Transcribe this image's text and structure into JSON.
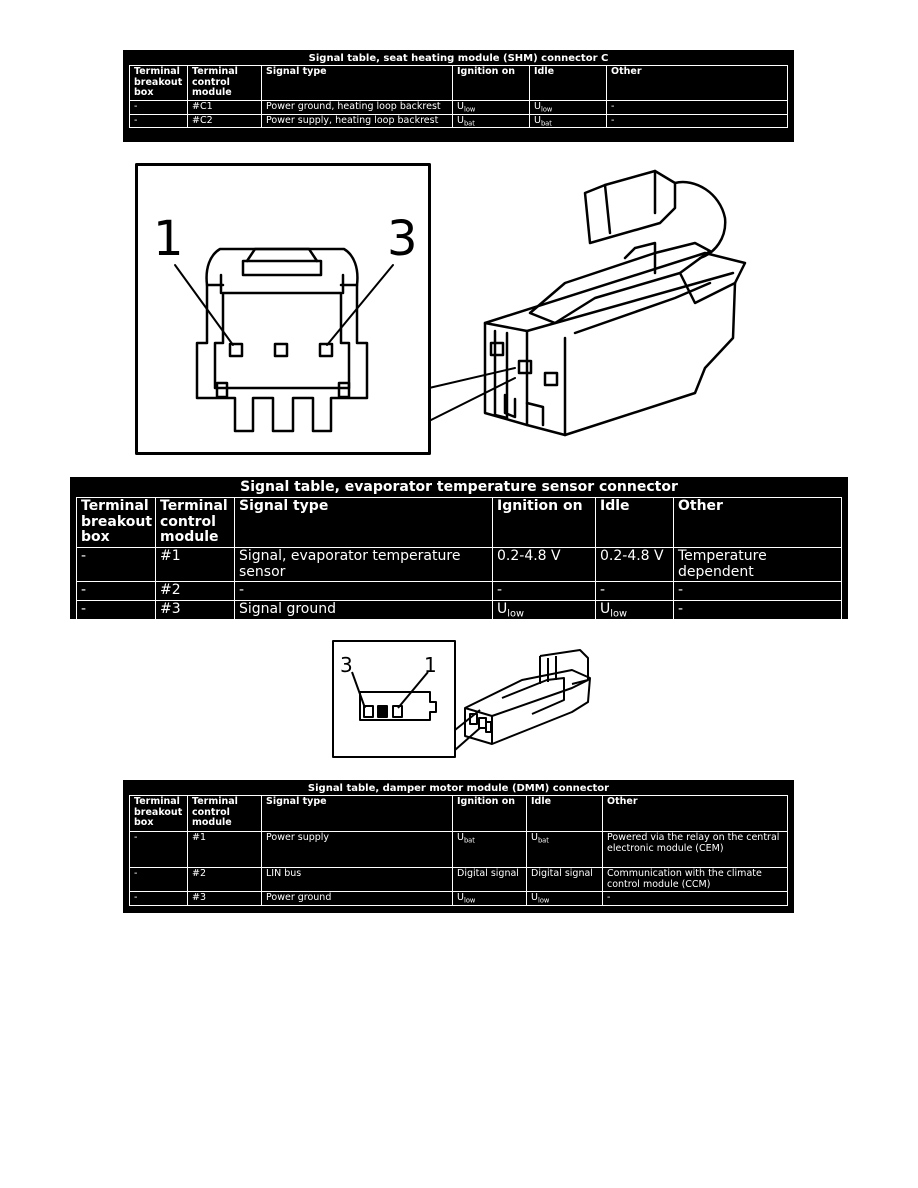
{
  "tables": [
    {
      "title": "Signal table, seat heating module (SHM) connector C",
      "headers": [
        "Terminal breakout box",
        "Terminal control module",
        "Signal type",
        "Ignition on",
        "Idle",
        "Other"
      ],
      "rows": [
        [
          "-",
          "#C1",
          "Power ground, heating loop backrest",
          "U",
          "low",
          "U",
          "low",
          "-"
        ],
        [
          "-",
          "#C2",
          "Power supply, heating loop backrest",
          "U",
          "bat",
          "U",
          "bat",
          "-"
        ]
      ]
    },
    {
      "title": "Signal table, evaporator temperature sensor connector",
      "headers": [
        "Terminal breakout box",
        "Terminal control module",
        "Signal type",
        "Ignition on",
        "Idle",
        "Other"
      ],
      "rows": [
        [
          "-",
          "#1",
          "Signal, evaporator temperature sensor",
          "0.2-4.8 V",
          "0.2-4.8 V",
          "Temperature dependent"
        ],
        [
          "-",
          "#2",
          "-",
          "-",
          "-",
          "-"
        ],
        [
          "-",
          "#3",
          "Signal ground",
          "U",
          "low",
          "U",
          "low",
          "-"
        ]
      ]
    },
    {
      "title": "Signal table, damper motor module (DMM) connector",
      "headers": [
        "Terminal breakout box",
        "Terminal control module",
        "Signal type",
        "Ignition on",
        "Idle",
        "Other"
      ],
      "rows": [
        [
          "-",
          "#1",
          "Power supply",
          "U",
          "bat",
          "U",
          "bat",
          "Powered via the relay on the central electronic module (CEM)"
        ],
        [
          "-",
          "#2",
          "LIN bus",
          "Digital signal",
          "Digital signal",
          "Communication with the climate control module (CCM)"
        ],
        [
          "-",
          "#3",
          "Power ground",
          "U",
          "low",
          "U",
          "low",
          "-"
        ]
      ]
    }
  ],
  "diagrams": {
    "connector_a": {
      "pin_left": "1",
      "pin_right": "3"
    },
    "connector_b": {
      "pin_left": "3",
      "pin_right": "1"
    }
  }
}
